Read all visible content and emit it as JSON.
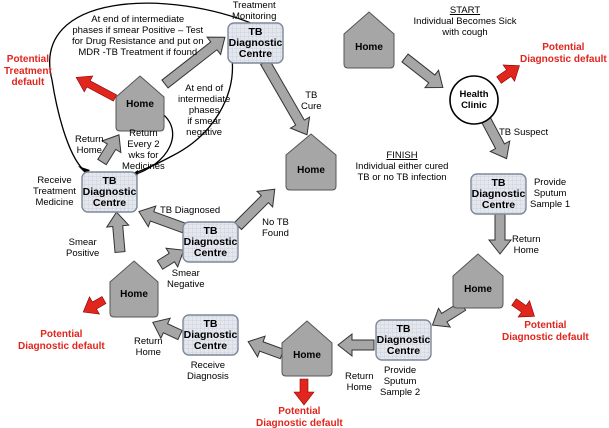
{
  "title_start": "START",
  "start_text": "Individual Becomes Sick with cough",
  "title_finish": "FINISH",
  "finish_text": "Individual either cured TB or no TB infection",
  "node_home": "Home",
  "node_tb": [
    "TB",
    "Diagnostic",
    "Centre"
  ],
  "node_clinic": [
    "Health",
    "Clinic"
  ],
  "labels": {
    "tb_suspect": "TB Suspect",
    "provide_sputum_1": [
      "Provide",
      "Sputum",
      "Sample 1"
    ],
    "return_home_a": [
      "Return",
      "Home"
    ],
    "provide_sputum_2": [
      "Provide",
      "Sputum",
      "Sample 2"
    ],
    "return_home_b": [
      "Return",
      "Home"
    ],
    "receive_diagnosis": [
      "Receive",
      "Diagnosis"
    ],
    "return_home_c": [
      "Return",
      "Home"
    ],
    "smear_negative": [
      "Smear",
      "Negative"
    ],
    "smear_positive": [
      "Smear",
      "Positive"
    ],
    "tb_diagnosed": "TB Diagnosed",
    "no_tb_found": [
      "No TB",
      "Found"
    ],
    "receive_treatment": [
      "Receive",
      "Treatment",
      "Medicine"
    ],
    "return_home_d": [
      "Return",
      "Home"
    ],
    "return_every": [
      "Return",
      "Every 2",
      "wks for",
      "Medicines"
    ],
    "treatment_monitoring": [
      "Treatment",
      "Monitoring"
    ],
    "smear_positive_note": [
      "At end of intermediate",
      "phases if smear Positive – Test",
      "for Drug Resistance and put on",
      "MDR -TB Treatment if found"
    ],
    "smear_negative_note": [
      "At end of",
      "intermediate",
      "phases",
      "if smear",
      "negative"
    ],
    "tb_cure": [
      "TB",
      "Cure"
    ]
  },
  "defaults": {
    "diagnostic_top": [
      "Potential",
      "Diagnostic default"
    ],
    "diagnostic_right": [
      "Potential",
      "Diagnostic default"
    ],
    "diagnostic_bottom": [
      "Potential",
      "Diagnostic default"
    ],
    "diagnostic_left": [
      "Potential",
      "Diagnostic default"
    ],
    "treatment": [
      "Potential",
      "Treatment",
      "default"
    ]
  },
  "colors": {
    "arrow_gray": "#a6a6a6",
    "default_red": "#e0261d",
    "home_gray": "#a6a6a6",
    "tb_box_fill": "#dfe3ea"
  }
}
